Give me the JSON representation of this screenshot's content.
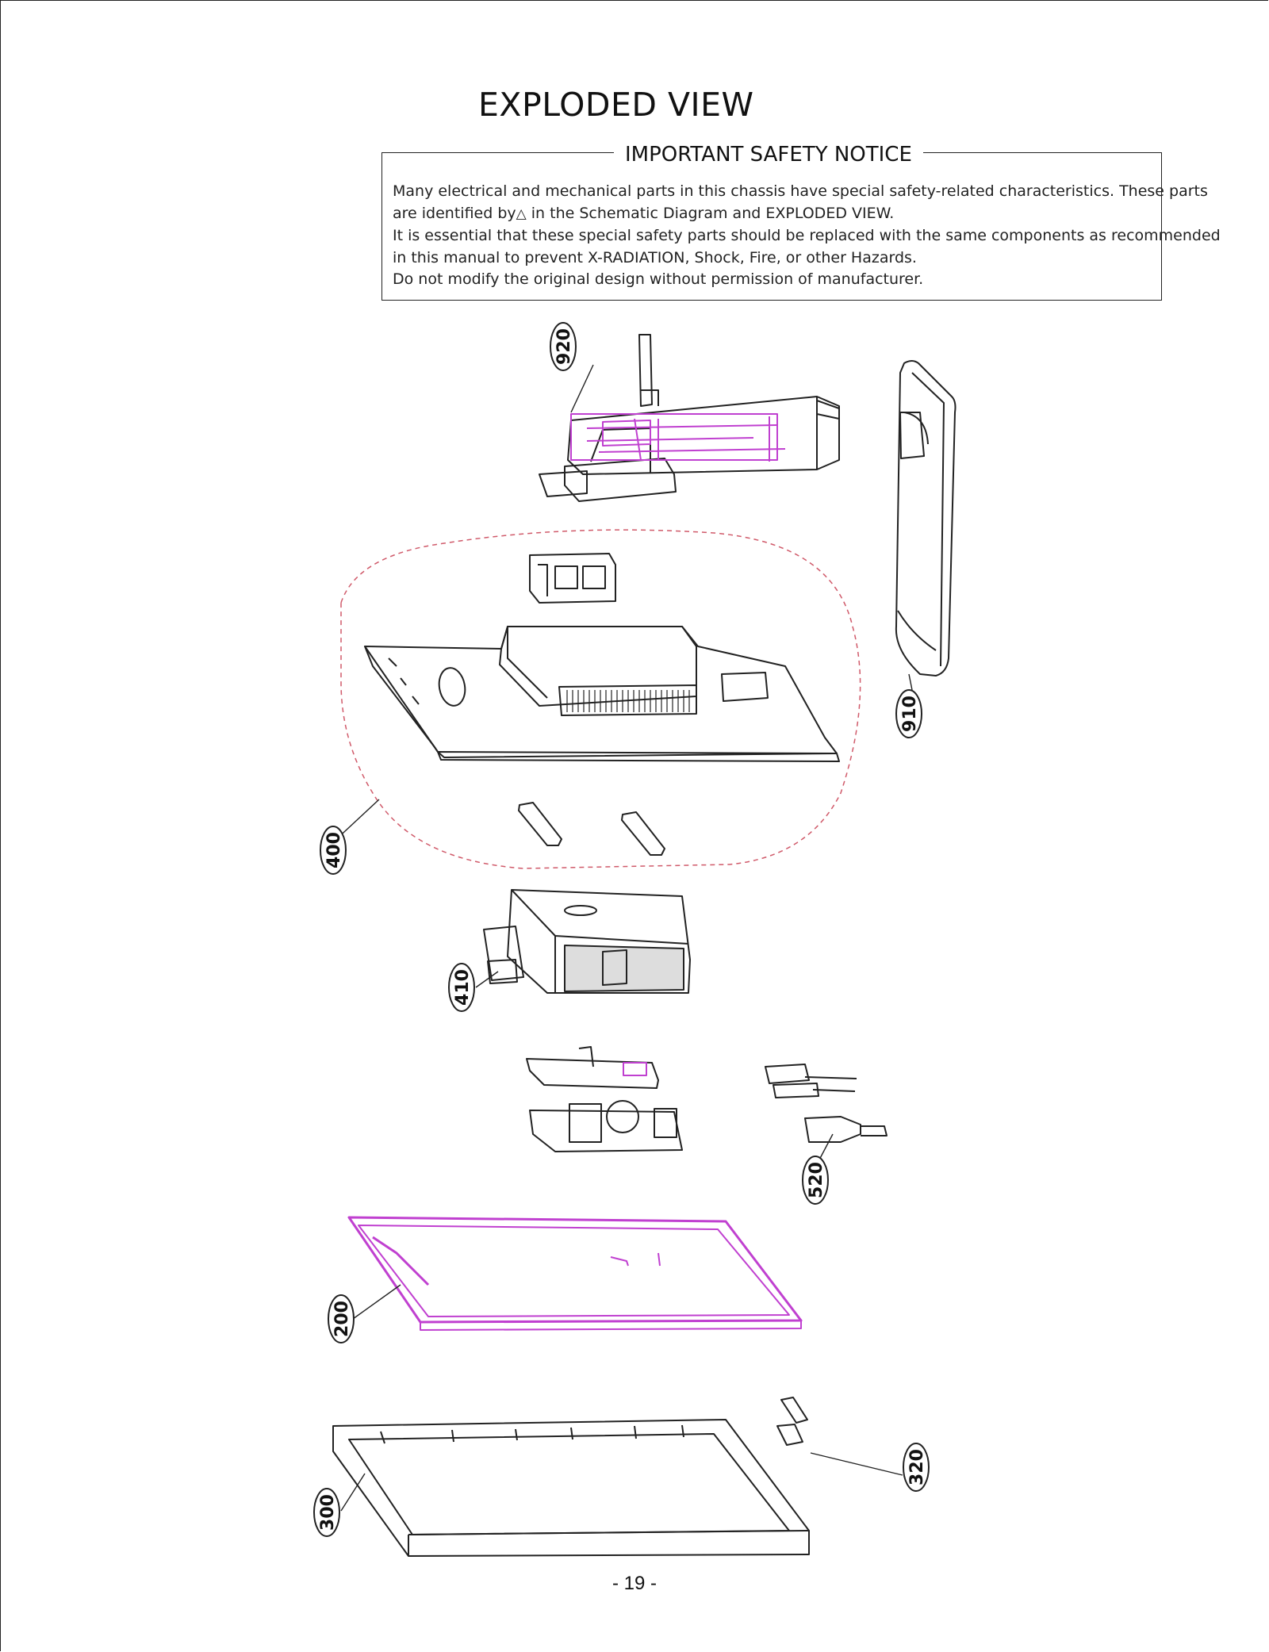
{
  "title": "EXPLODED VIEW",
  "notice": {
    "heading": "IMPORTANT SAFETY NOTICE",
    "line1": "Many electrical and mechanical parts in this chassis have special safety-related characteristics. These parts",
    "line2_pre": "are identified by",
    "line2_post": "  in the Schematic Diagram and EXPLODED VIEW.",
    "line3": "It is essential that these special safety parts should be replaced with the same components as recommended",
    "line4": "in this manual to prevent X-RADIATION, Shock, Fire, or other Hazards.",
    "line5": "Do not modify the original design without permission of manufacturer.",
    "warning_icon": "warning-triangle-icon"
  },
  "callouts": [
    "920",
    "910",
    "400",
    "410",
    "520",
    "200",
    "320",
    "300"
  ],
  "colors": {
    "accent": "#c040d0",
    "line": "#222222",
    "dashed": "#d05a6a"
  },
  "page_number": "- 19 -"
}
